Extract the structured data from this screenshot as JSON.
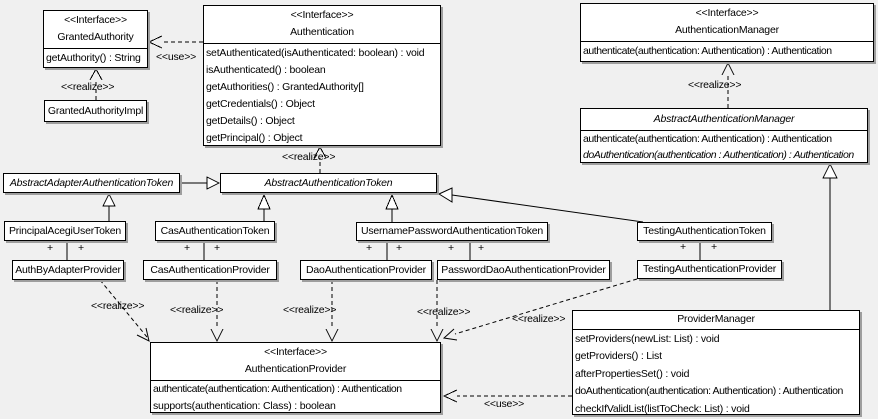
{
  "labels": {
    "use": "<<use>>",
    "realize": "<<realize>>",
    "plus": "+"
  },
  "classes": {
    "granted_authority": {
      "stereotype": "<<Interface>>",
      "name": "GrantedAuthority",
      "methods": [
        "getAuthority() : String"
      ]
    },
    "granted_authority_impl": {
      "name": "GrantedAuthorityImpl"
    },
    "authentication": {
      "stereotype": "<<Interface>>",
      "name": "Authentication",
      "methods": [
        "setAuthenticated(isAuthenticated: boolean) : void",
        "isAuthenticated() : boolean",
        "getAuthorities() : GrantedAuthority[]",
        "getCredentials() : Object",
        "getDetails() : Object",
        "getPrincipal() : Object"
      ]
    },
    "authentication_manager": {
      "stereotype": "<<Interface>>",
      "name": "AuthenticationManager",
      "methods": [
        "authenticate(authentication: Authentication) : Authentication"
      ]
    },
    "abstract_authentication_manager": {
      "name": "AbstractAuthenticationManager",
      "methods": [
        "authenticate(authentication: Authentication) : Authentication",
        "doAuthentication(authentication : Authentication) : Authentication"
      ]
    },
    "abstract_adapter_authentication_token": {
      "name": "AbstractAdapterAuthenticationToken"
    },
    "abstract_authentication_token": {
      "name": "AbstractAuthenticationToken"
    },
    "principal_acegi_user_token": {
      "name": "PrincipalAcegiUserToken"
    },
    "auth_by_adapter_provider": {
      "name": "AuthByAdapterProvider"
    },
    "cas_authentication_token": {
      "name": "CasAuthenticationToken"
    },
    "cas_authentication_provider": {
      "name": "CasAuthenticationProvider"
    },
    "username_password_authentication_token": {
      "name": "UsernamePasswordAuthenticationToken"
    },
    "dao_authentication_provider": {
      "name": "DaoAuthenticationProvider"
    },
    "password_dao_authentication_provider": {
      "name": "PasswordDaoAuthenticationProvider"
    },
    "testing_authentication_token": {
      "name": "TestingAuthenticationToken"
    },
    "testing_authentication_provider": {
      "name": "TestingAuthenticationProvider"
    },
    "provider_manager": {
      "name": "ProviderManager",
      "methods": [
        "setProviders(newList: List) : void",
        "getProviders() : List",
        "afterPropertiesSet() : void",
        "doAuthentication(authentication: Authentication) : Authentication",
        "checkIfValidList(listToCheck: List) : void"
      ]
    },
    "authentication_provider": {
      "stereotype": "<<Interface>>",
      "name": "AuthenticationProvider",
      "methods": [
        "authenticate(authentication: Authentication) : Authentication",
        "supports(authentication: Class) : boolean"
      ]
    }
  }
}
